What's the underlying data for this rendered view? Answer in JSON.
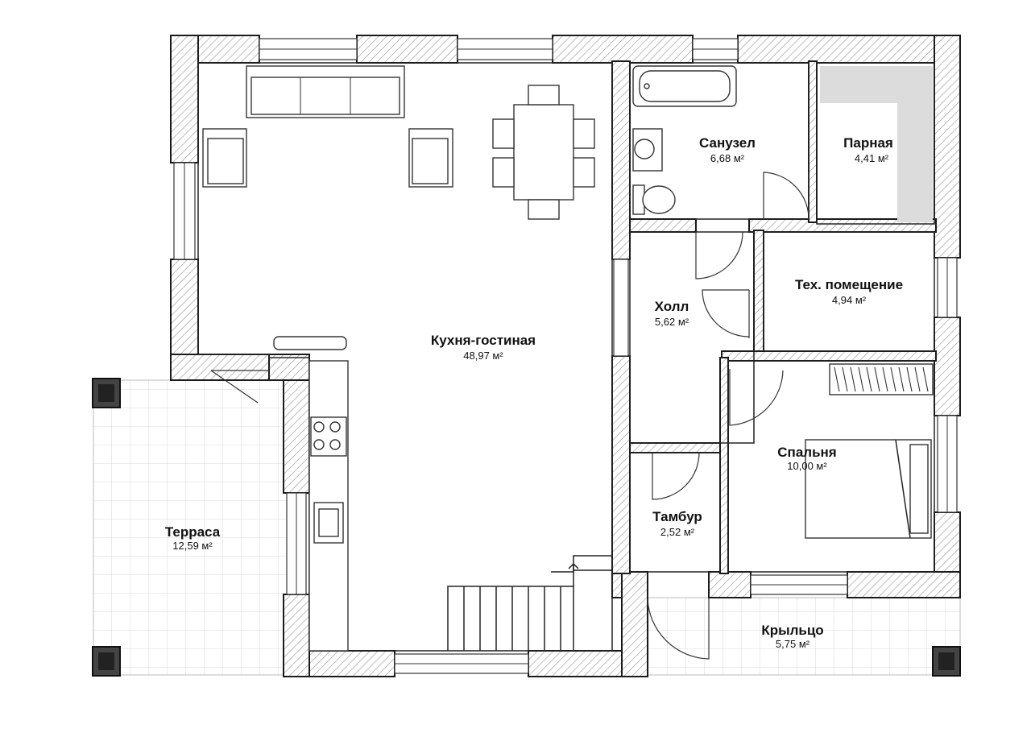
{
  "rooms": [
    {
      "key": "kitchen",
      "name": "Кухня-гостиная",
      "area": "48,97 м²"
    },
    {
      "key": "bathroom",
      "name": "Санузел",
      "area": "6,68 м²"
    },
    {
      "key": "sauna",
      "name": "Парная",
      "area": "4,41 м²"
    },
    {
      "key": "tech",
      "name": "Тех. помещение",
      "area": "4,94 м²"
    },
    {
      "key": "hall",
      "name": "Холл",
      "area": "5,62 м²"
    },
    {
      "key": "bedroom",
      "name": "Спальня",
      "area": "10,00 м²"
    },
    {
      "key": "vestibule",
      "name": "Тамбур",
      "area": "2,52 м²"
    },
    {
      "key": "terrace",
      "name": "Терраса",
      "area": "12,59 м²"
    },
    {
      "key": "porch",
      "name": "Крыльцо",
      "area": "5,75 м²"
    }
  ],
  "colors": {
    "wall_stroke": "#1a1a1a",
    "hatch": "#9a9a9a",
    "sauna_fill": "#dcdcdc",
    "tile_line": "#d6d6d6"
  }
}
